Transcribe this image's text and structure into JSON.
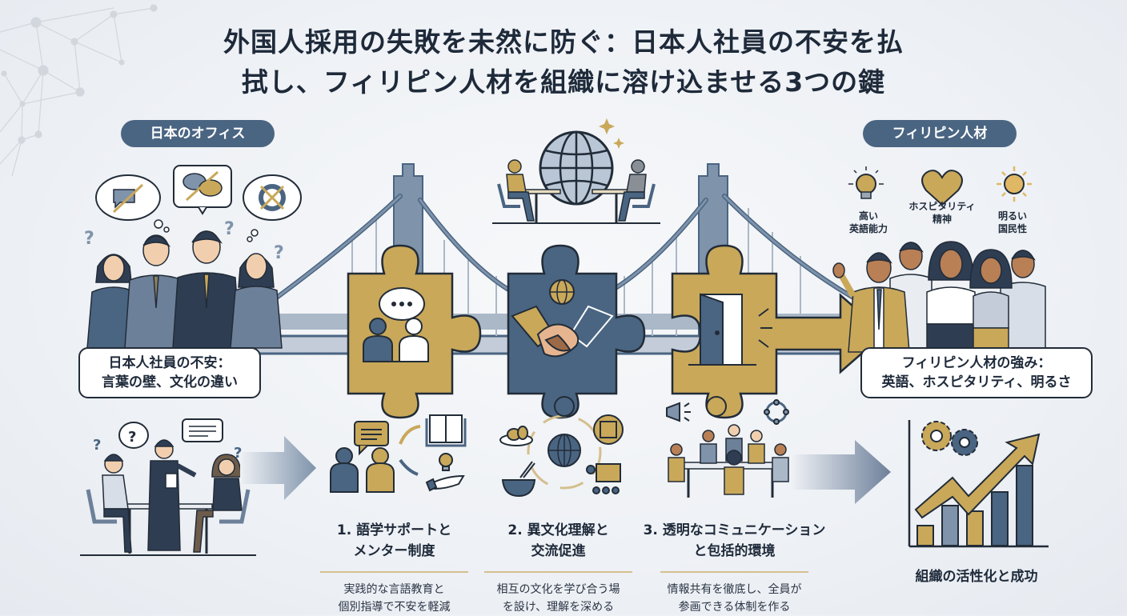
{
  "title": {
    "line1": "外国人採用の失敗を未然に防ぐ：日本人社員の不安を払",
    "line2": "拭し、フィリピン人材を組織に溶け込ませる3つの鍵"
  },
  "left_section": {
    "label": "日本のオフィス",
    "caption_line1": "日本人社員の不安：",
    "caption_line2": "言葉の壁、文化の違い",
    "question_mark": "?"
  },
  "right_section": {
    "label": "フィリピン人材",
    "traits": [
      {
        "icon": "lightbulb-icon",
        "line1": "高い",
        "line2": "英語能力"
      },
      {
        "icon": "heart-icon",
        "line1": "ホスピタリティ",
        "line2": "精神"
      },
      {
        "icon": "sun-icon",
        "line1": "明るい",
        "line2": "国民性"
      }
    ],
    "caption_line1": "フィリピン人材の強み：",
    "caption_line2": "英語、ホスピタリティ、明るさ"
  },
  "steps": [
    {
      "title_line1": "1. 語学サポートと",
      "title_line2": "メンター制度",
      "desc_line1": "実践的な言語教育と",
      "desc_line2": "個別指導で不安を軽減"
    },
    {
      "title_line1": "2. 異文化理解と",
      "title_line2": "交流促進",
      "desc_line1": "相互の文化を学び合う場",
      "desc_line2": "を設け、理解を深める"
    },
    {
      "title_line1": "3. 透明なコミュニケーション",
      "title_line2": "と包括的環境",
      "desc_line1": "情報共有を徹底し、全員が",
      "desc_line2": "参画できる体制を作る"
    }
  ],
  "result": {
    "label": "組織の活性化と成功",
    "bars": [
      0.25,
      0.5,
      0.43,
      0.67,
      1.0
    ]
  },
  "colors": {
    "navy": "#4a6582",
    "dark": "#222c38",
    "gold": "#c9a85a",
    "slate": "#7f93ab",
    "light_slate": "#aab8c8"
  }
}
